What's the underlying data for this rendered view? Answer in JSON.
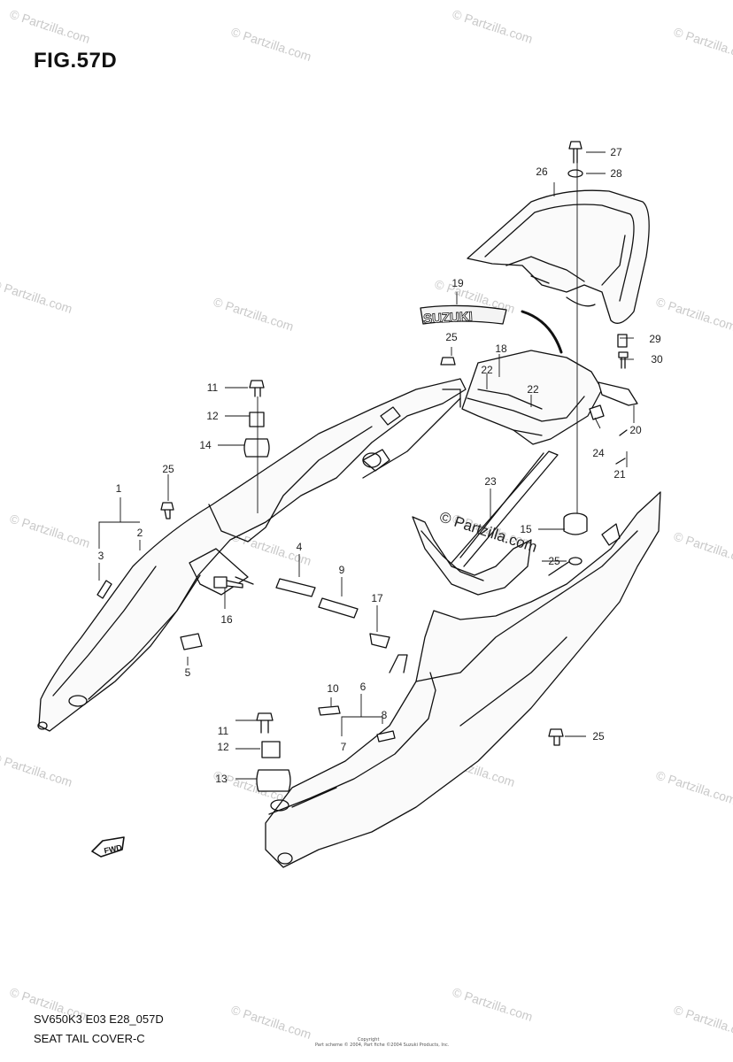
{
  "figure": {
    "title": "FIG.57D",
    "code": "SV650K3 E03 E28_057D",
    "subtitle": "SEAT TAIL COVER-C",
    "copyright_small": "Copyright",
    "copyright_line": "Part scheme © 2004, Part fiche ©2004 Suzuki Products, Inc.",
    "watermark": "© Partzilla.com",
    "center_watermark": "© Partzilla.com",
    "logo_text": "SUZUKI",
    "fwd_text": "FWD"
  },
  "callouts": [
    {
      "n": "1"
    },
    {
      "n": "2"
    },
    {
      "n": "3"
    },
    {
      "n": "4"
    },
    {
      "n": "5"
    },
    {
      "n": "6"
    },
    {
      "n": "7"
    },
    {
      "n": "8"
    },
    {
      "n": "9"
    },
    {
      "n": "10"
    },
    {
      "n": "11"
    },
    {
      "n": "11"
    },
    {
      "n": "12"
    },
    {
      "n": "12"
    },
    {
      "n": "13"
    },
    {
      "n": "14"
    },
    {
      "n": "15"
    },
    {
      "n": "16"
    },
    {
      "n": "17"
    },
    {
      "n": "18"
    },
    {
      "n": "19"
    },
    {
      "n": "20"
    },
    {
      "n": "21"
    },
    {
      "n": "22"
    },
    {
      "n": "22"
    },
    {
      "n": "23"
    },
    {
      "n": "24"
    },
    {
      "n": "25"
    },
    {
      "n": "25"
    },
    {
      "n": "25"
    },
    {
      "n": "25"
    },
    {
      "n": "26"
    },
    {
      "n": "27"
    },
    {
      "n": "28"
    },
    {
      "n": "29"
    },
    {
      "n": "30"
    }
  ]
}
